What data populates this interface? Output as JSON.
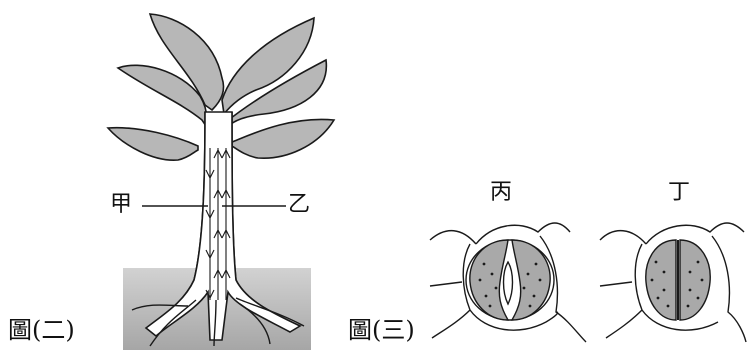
{
  "figure2": {
    "caption": "圖(二)",
    "label_left": "甲",
    "label_right": "乙"
  },
  "figure3": {
    "caption": "圖(三)",
    "cell_open_label": "丙",
    "cell_closed_label": "丁",
    "guard_cell_color": "#a9a9a9"
  },
  "colors": {
    "leaf_fill": "#b7b7b7",
    "soil_top": "#cfcfcf",
    "soil_bottom": "#a8a8a8",
    "stroke": "#1a1a1a"
  }
}
